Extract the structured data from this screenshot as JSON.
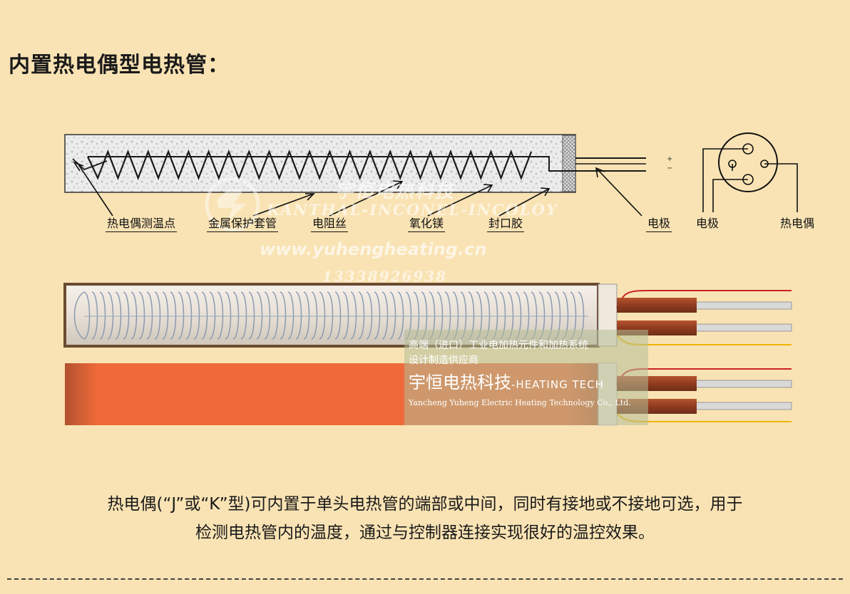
{
  "heading": "内置热电偶型电热管：",
  "callouts": {
    "tc_point": "热电偶测温点",
    "sheath": "金属保护套管",
    "resistance_wire": "电阻丝",
    "mgo": "氧化镁",
    "seal": "封口胶",
    "electrode": "电极",
    "end_electrode": "电极",
    "end_thermocouple": "热电偶"
  },
  "terminal_marks": {
    "plus": "+",
    "minus": "−"
  },
  "watermark": {
    "brand": "宇恒电热科技",
    "alloys": "KANTHAL-INCONEL-INCOLOY",
    "url": "www.yuhengheating.cn",
    "phone": "13338926938"
  },
  "promo": {
    "line1": "高端（进口）工业电加热元件和加热系统",
    "line2": "设计制造供应商",
    "brand": "宇恒电热科技",
    "brand_en": "-HEATING TECH",
    "company_en": "Yancheng Yuheng Electric Heating Technology Co., Ltd."
  },
  "description": {
    "line1": "热电偶(“J”或“K”型)可内置于单头电热管的端部或中间，同时有接地或不接地可选，用于",
    "line2": "检测电热管内的温度，通过与控制器连接实现很好的温控效果。"
  },
  "colors": {
    "background": "#f9e3b4",
    "tube_dark": "#b0502a",
    "tube_orange": "#f06a3a",
    "lead_red": "#cc2222",
    "lead_yellow": "#f0b400"
  }
}
